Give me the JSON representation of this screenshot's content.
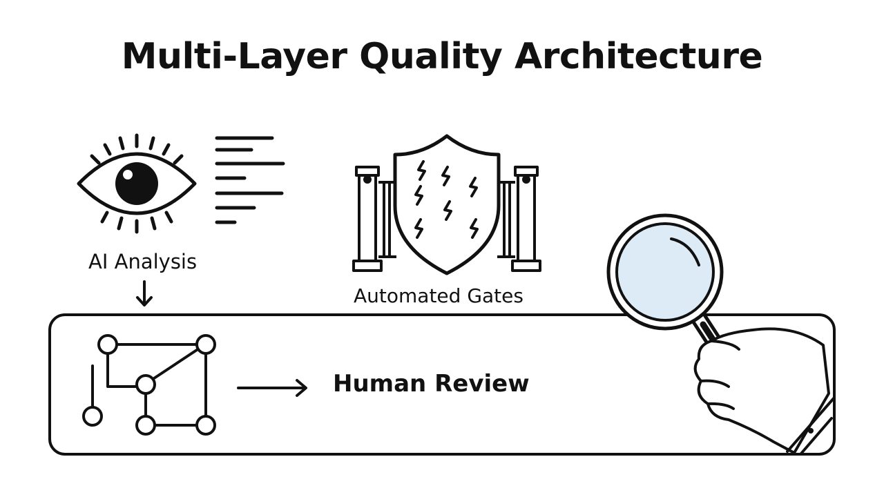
{
  "title": "Multi-Layer Quality Architecture",
  "layers": {
    "ai_analysis": {
      "label": "AI Analysis",
      "icon": "eye-icon"
    },
    "automated_gates": {
      "label": "Automated Gates",
      "icon": "shield-gate-icon"
    },
    "human_review": {
      "label": "Human Review",
      "icon": "network-graph-icon"
    }
  },
  "magnifier": {
    "icon": "magnifying-glass-icon",
    "lens_color": "#dcebf5"
  },
  "colors": {
    "ink": "#111111",
    "background": "#ffffff"
  }
}
